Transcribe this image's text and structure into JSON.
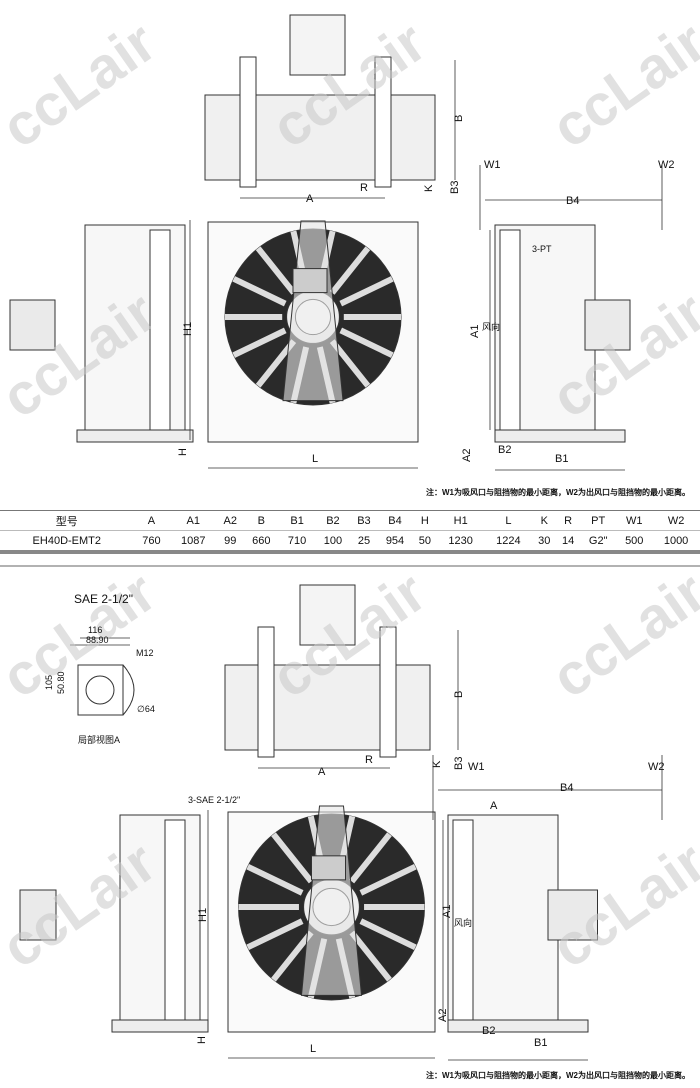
{
  "watermark": "ccLair",
  "section1": {
    "top_view": {
      "A": "A",
      "B": "B",
      "R": "R",
      "K": "K",
      "B3": "B3"
    },
    "side": {
      "W1": "W1",
      "W2": "W2",
      "B4": "B4",
      "port": "3-PT",
      "A1": "A1",
      "wind": "风向",
      "A2": "A2",
      "B2": "B2",
      "B1": "B1"
    },
    "front": {
      "H1": "H1",
      "H": "H",
      "L": "L"
    },
    "note": "注：W1为吸风口与阻挡物的最小距离，W2为出风口与阻挡物的最小距离。"
  },
  "table": {
    "headers": [
      "型号",
      "A",
      "A1",
      "A2",
      "B",
      "B1",
      "B2",
      "B3",
      "B4",
      "H",
      "H1",
      "L",
      "K",
      "R",
      "PT",
      "W1",
      "W2"
    ],
    "row": [
      "EH40D-EMT2",
      "760",
      "1087",
      "99",
      "660",
      "710",
      "100",
      "25",
      "954",
      "50",
      "1230",
      "1224",
      "30",
      "14",
      "G2\"",
      "500",
      "1000"
    ]
  },
  "detail": {
    "title": "SAE 2-1/2\"",
    "d116": "116",
    "d8890": "88.90",
    "m12": "M12",
    "d105": "105",
    "d5080": "50.80",
    "d64": "∅64",
    "caption": "局部视图A"
  },
  "section2": {
    "top_view": {
      "A": "A",
      "B": "B",
      "R": "R",
      "K": "K",
      "B3": "B3"
    },
    "side": {
      "W1": "W1",
      "W2": "W2",
      "B4": "B4",
      "port": "3-SAE 2-1/2\"",
      "detailA": "A",
      "A1": "A1",
      "wind": "风向",
      "A2": "A2",
      "B2": "B2",
      "B1": "B1"
    },
    "front": {
      "H1": "H1",
      "H": "H",
      "L": "L"
    },
    "note": "注：W1为吸风口与阻挡物的最小距离，W2为出风口与阻挡物的最小距离。"
  }
}
